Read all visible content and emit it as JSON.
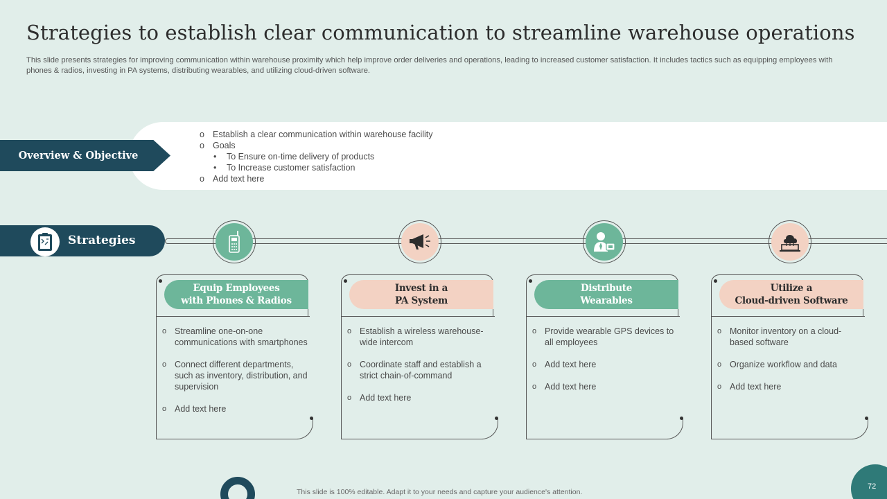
{
  "title": "Strategies to establish clear communication to streamline warehouse operations",
  "subtitle": "This slide presents strategies for improving communication within warehouse proximity which help improve order deliveries and operations, leading to increased customer satisfaction. It includes tactics such as equipping employees with phones & radios, investing in PA systems, distributing wearables, and utilizing cloud-driven software.",
  "overview": {
    "label": "Overview & Objective",
    "items": [
      {
        "bullet": "o",
        "text": "Establish a clear communication within warehouse facility"
      },
      {
        "bullet": "o",
        "text": "Goals"
      },
      {
        "bullet": "•",
        "text": "To Ensure on-time delivery of products"
      },
      {
        "bullet": "•",
        "text": "To Increase customer satisfaction"
      },
      {
        "bullet": "o",
        "text": "Add text here"
      }
    ]
  },
  "strategies": {
    "label": "Strategies",
    "icon": "clipboard-icon",
    "cards": [
      {
        "heading": "Equip Employees\nwith Phones & Radios",
        "icon": "phone-icon",
        "theme": "green",
        "items": [
          "Streamline one-on-one communications with smartphones",
          "Connect different departments, such as inventory, distribution, and supervision",
          "Add text here"
        ]
      },
      {
        "heading": "Invest in a\nPA System",
        "icon": "megaphone-icon",
        "theme": "peach",
        "items": [
          "Establish a wireless warehouse-wide intercom",
          "Coordinate staff and establish a strict chain-of-command",
          "Add text here"
        ]
      },
      {
        "heading": "Distribute\nWearables",
        "icon": "worker-device-icon",
        "theme": "green",
        "items": [
          "Provide wearable GPS devices to all employees",
          "Add text here",
          "Add text here"
        ]
      },
      {
        "heading": "Utilize a\nCloud-driven Software",
        "icon": "cloud-laptop-icon",
        "theme": "peach",
        "items": [
          "Monitor inventory on a cloud-based software",
          "Organize workflow and data",
          "Add text here"
        ]
      }
    ]
  },
  "footer": "This slide is 100% editable. Adapt it to your needs and capture your audience's attention.",
  "page_number": "72",
  "colors": {
    "navy": "#1f4a5c",
    "green": "#6db69a",
    "peach": "#f3d2c3",
    "background": "#e1eeea"
  }
}
